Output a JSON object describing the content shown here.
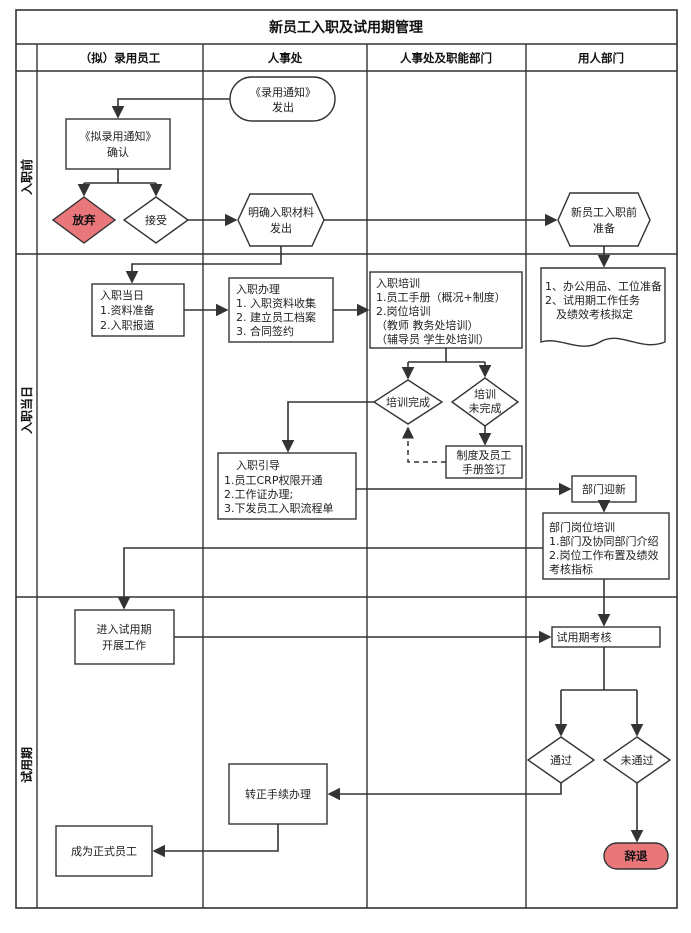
{
  "title": "新员工入职及试用期管理",
  "lanes": [
    "（拟）录用员工",
    "人事处",
    "人事处及职能部门",
    "用人部门"
  ],
  "stages": [
    "入职前",
    "入职当日",
    "试用期"
  ],
  "nodes": {
    "offer_notice": [
      "《录用通知》",
      "发出"
    ],
    "confirm_offer": [
      "《拟录用通知》",
      "确认"
    ],
    "give_up": "放弃",
    "accept": "接受",
    "send_materials": [
      "明确入职材料",
      "发出"
    ],
    "pre_entry_prep": [
      "新员工入职前",
      "准备"
    ],
    "entry_day": [
      "入职当日",
      "1.资料准备",
      "2.入职报道"
    ],
    "entry_handling": [
      "入职办理",
      "1. 入职资料收集",
      "2. 建立员工档案",
      "3. 合同签约"
    ],
    "entry_training": [
      "入职培训",
      "1.员工手册（概况+制度）",
      "2.岗位培训",
      "（教师 教务处培训）",
      "（辅导员  学生处培训）"
    ],
    "dept_prep": [
      "1、办公用品、工位准备",
      "2、试用期工作任务",
      "及绩效考核拟定"
    ],
    "training_done": "培训完成",
    "training_not_done": [
      "培训",
      "未完成"
    ],
    "handbook_sign": [
      "制度及员工",
      "手册签订"
    ],
    "entry_guide": [
      "入职引导",
      "1.员工CRP权限开通",
      "2.工作证办理;",
      "3.下发员工入职流程单"
    ],
    "dept_welcome": "部门迎新",
    "dept_training": [
      "部门岗位培训",
      "1.部门及协同部门介绍",
      "2.岗位工作布置及绩效",
      "考核指标"
    ],
    "start_probation": [
      "进入试用期",
      "开展工作"
    ],
    "probation_review": "试用期考核",
    "pass": "通过",
    "fail": "未通过",
    "regularize": "转正手续办理",
    "formal_employee": "成为正式员工",
    "resign": "辞退"
  },
  "colors": {
    "terminal_red": "#e8767a",
    "stroke": "#333333"
  }
}
